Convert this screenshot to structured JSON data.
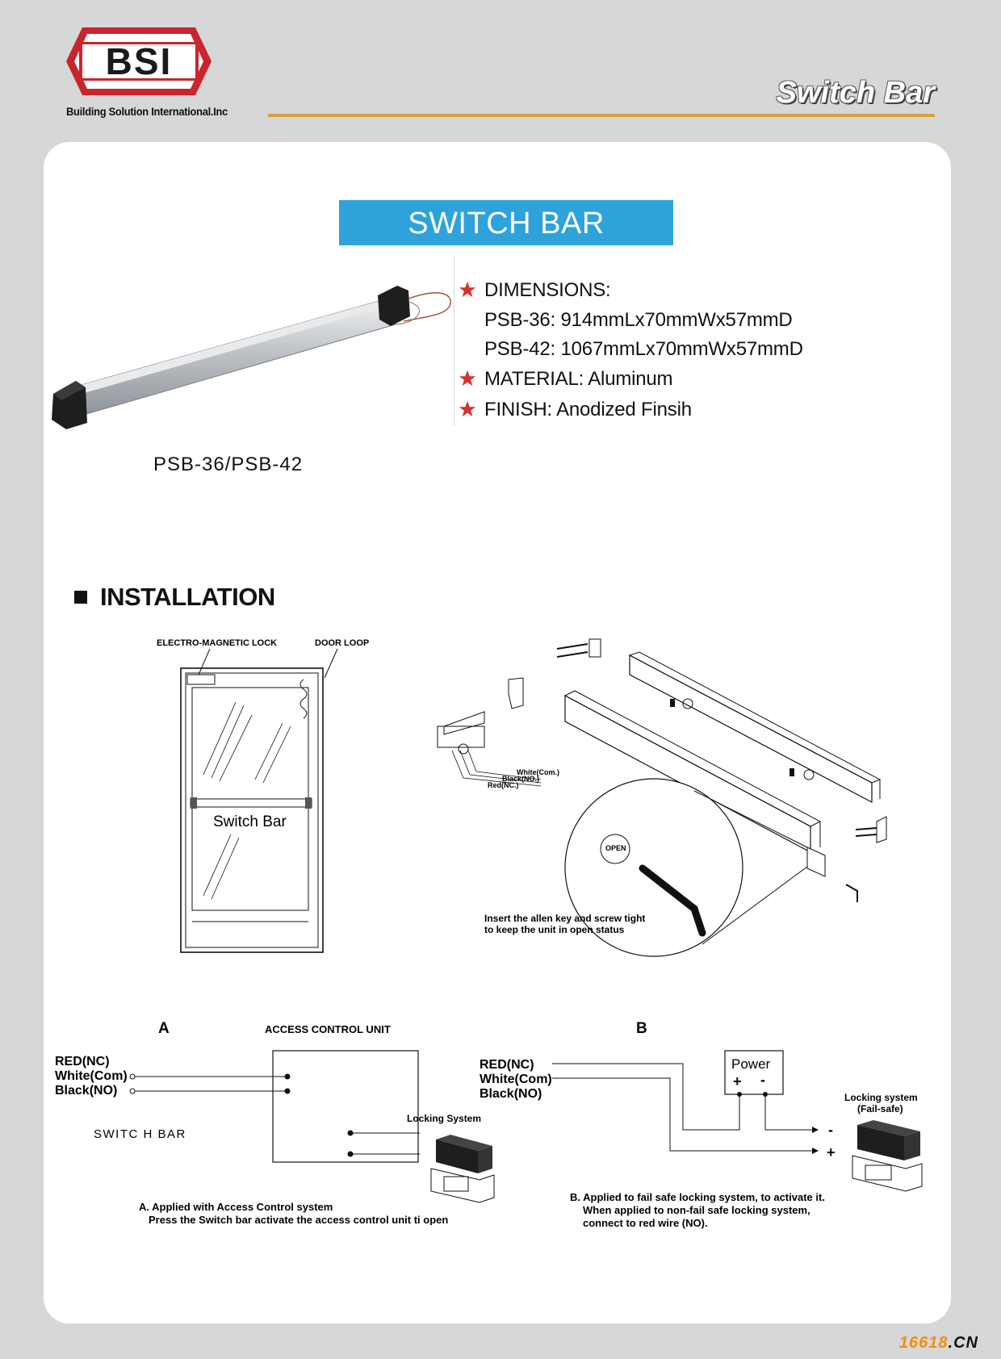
{
  "header": {
    "logo_text": "BSI",
    "tagline": "Building Solution International.Inc",
    "title": "Switch Bar"
  },
  "product": {
    "banner": "SWITCH BAR",
    "specs": [
      "DIMENSIONS:",
      "PSB-36: 914mmLx70mmWx57mmD",
      "PSB-42: 1067mmLx70mmWx57mmD",
      "MATERIAL: Aluminum",
      "FINISH: Anodized Finsih"
    ],
    "model_caption": "PSB-36/PSB-42"
  },
  "installation": {
    "heading": "INSTALLATION",
    "door": {
      "lock_label": "ELECTRO-MAGNETIC LOCK",
      "loop_label": "DOOR LOOP",
      "bar_label": "Switch Bar"
    },
    "exploded": {
      "wire_white": "White(Com.)",
      "wire_black": "Black(NO.)",
      "wire_red": "Red(NC.)",
      "open_label": "OPEN",
      "note_line1": "Insert the allen key and screw tight",
      "note_line2": "to keep the unit in open status"
    }
  },
  "wiring": {
    "a": {
      "letter": "A",
      "unit_label": "ACCESS CONTROL UNIT",
      "red": "RED(NC)",
      "white": "White(Com)",
      "black": "Black(NO)",
      "bar_label": "SWITC H BAR",
      "locking": "Locking System",
      "caption_line1": "A. Applied with Access Control system",
      "caption_line2": "Press the Switch bar activate the access control unit ti open"
    },
    "b": {
      "letter": "B",
      "red": "RED(NC)",
      "white": "White(Com)",
      "black": "Black(NO)",
      "power": "Power",
      "plus": "+",
      "minus": "-",
      "locking_line1": "Locking system",
      "locking_line2": "(Fail-safe)",
      "caption_line1": "B. Applied to fail safe locking system, to activate it.",
      "caption_line2": "When applied to non-fail safe locking system,",
      "caption_line3": "connect to red wire (NO)."
    }
  },
  "footer": {
    "brand": "16618",
    "suffix": ".CN"
  },
  "colors": {
    "banner_blue": "#2ea3db",
    "star_red": "#d9322b",
    "logo_red": "#c8252c",
    "accent_gold": "#d4a23c"
  }
}
